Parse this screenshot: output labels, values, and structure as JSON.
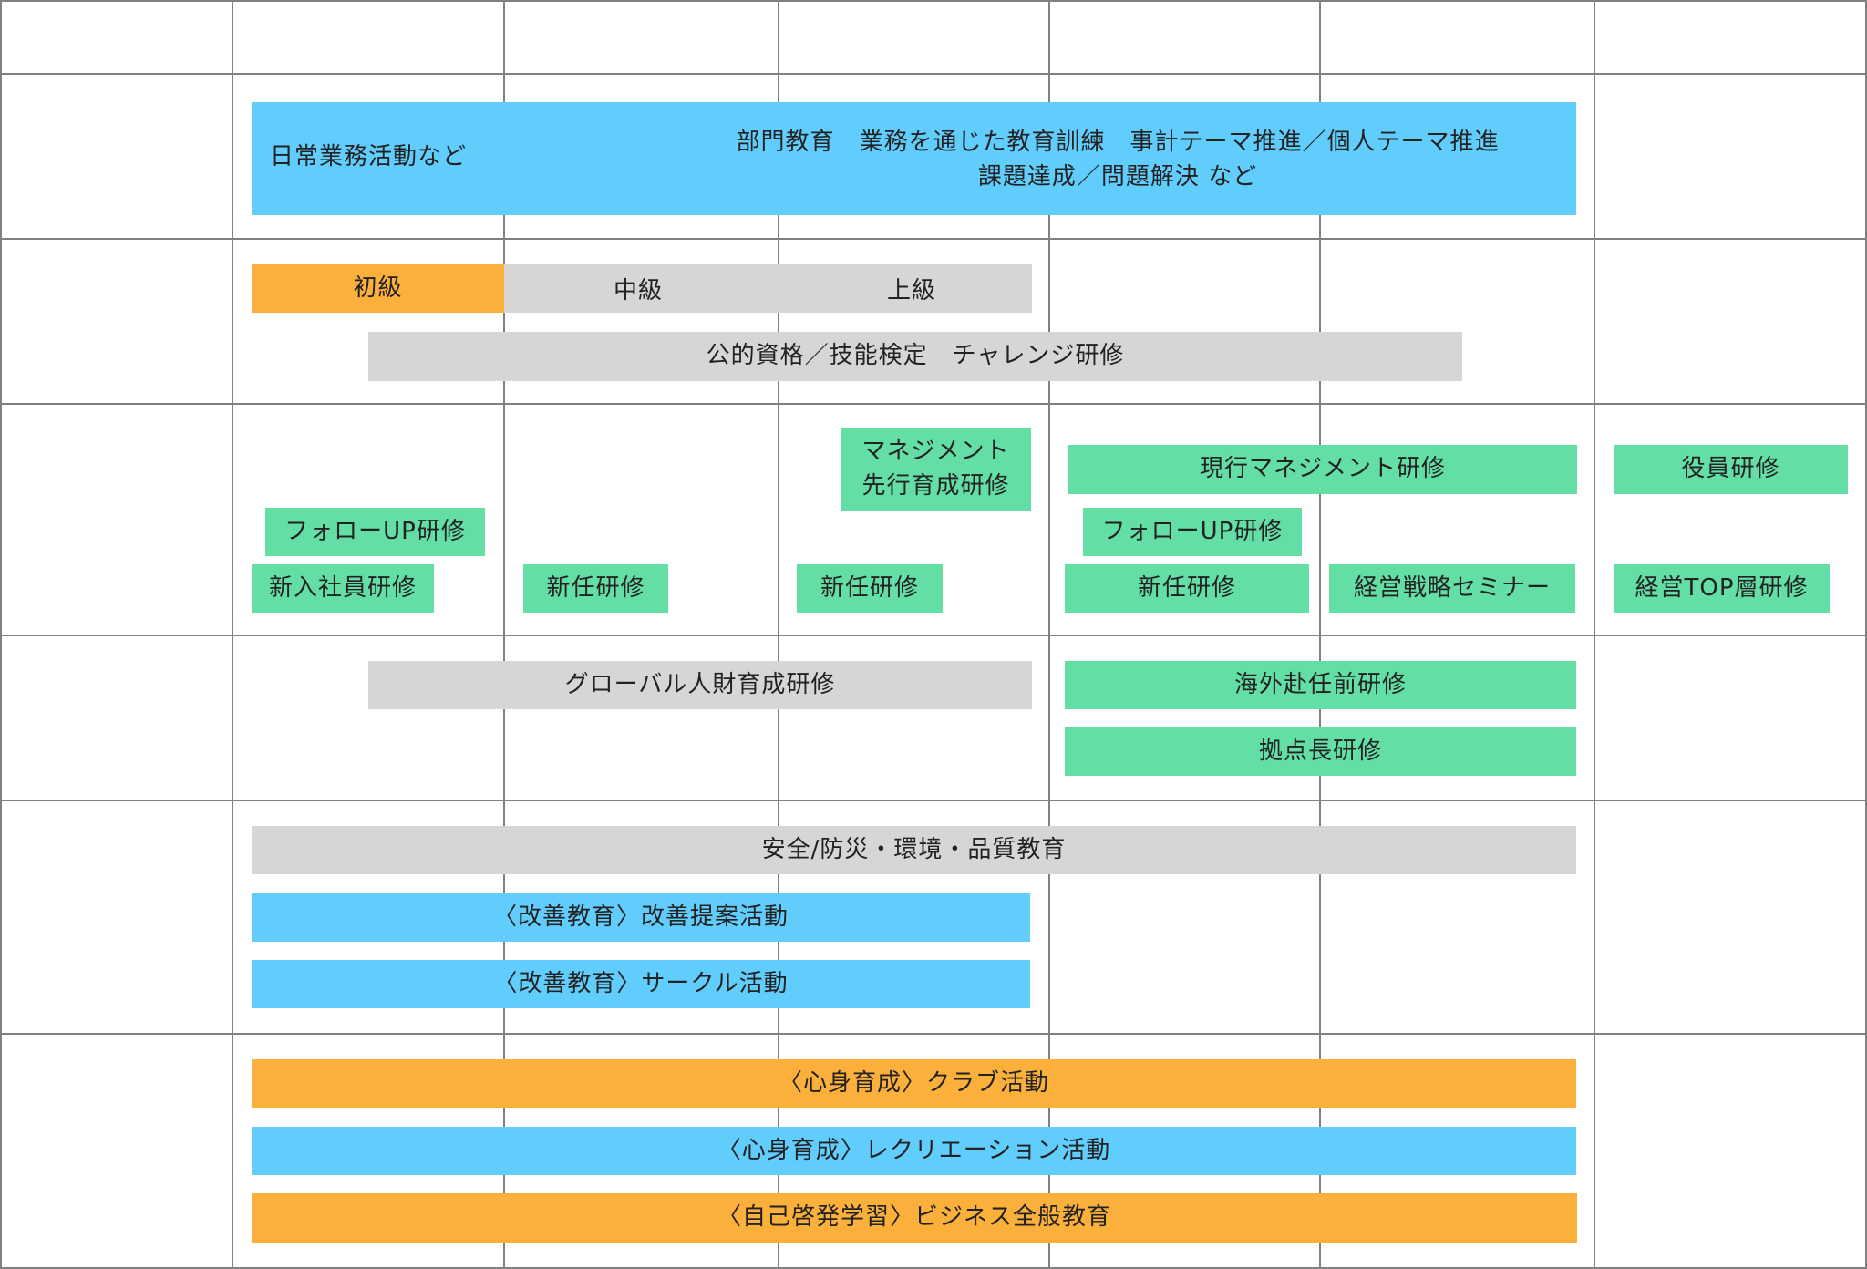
{
  "colors": {
    "grid_line": "#808080",
    "blue": "#61cdfc",
    "orange": "#fbb03b",
    "gray": "#d6d6d6",
    "green": "#63dfa6"
  },
  "ojt": {
    "label": "日常業務活動など",
    "line1": "部門教育　業務を通じた教育訓練　事計テーマ推進／個人テーマ推進",
    "line2": "課題達成／問題解決 など"
  },
  "skill": {
    "beginner": "初級",
    "intermediate": "中級",
    "advanced": "上級",
    "qualification": "公的資格／技能検定　チャレンジ研修"
  },
  "rank": {
    "mgmt_advance_line1": "マネジメント",
    "mgmt_advance_line2": "先行育成研修",
    "current_mgmt": "現行マネジメント研修",
    "officer": "役員研修",
    "follow_up_1": "フォローUP研修",
    "follow_up_2": "フォローUP研修",
    "new_employee": "新入社員研修",
    "new_appointee_1": "新任研修",
    "new_appointee_2": "新任研修",
    "new_appointee_3": "新任研修",
    "strategy_seminar": "経営戦略セミナー",
    "top_management": "経営TOP層研修"
  },
  "global": {
    "global_talent": "グローバル人財育成研修",
    "pre_assignment": "海外赴任前研修",
    "base_manager": "拠点長研修"
  },
  "safety": {
    "safety_quality": "安全/防災・環境・品質教育",
    "kaizen_proposal": "〈改善教育〉改善提案活動",
    "kaizen_circle": "〈改善教育〉サークル活動"
  },
  "self": {
    "club": "〈心身育成〉クラブ活動",
    "recreation": "〈心身育成〉レクリエーション活動",
    "business": "〈自己啓発学習〉ビジネス全般教育"
  }
}
